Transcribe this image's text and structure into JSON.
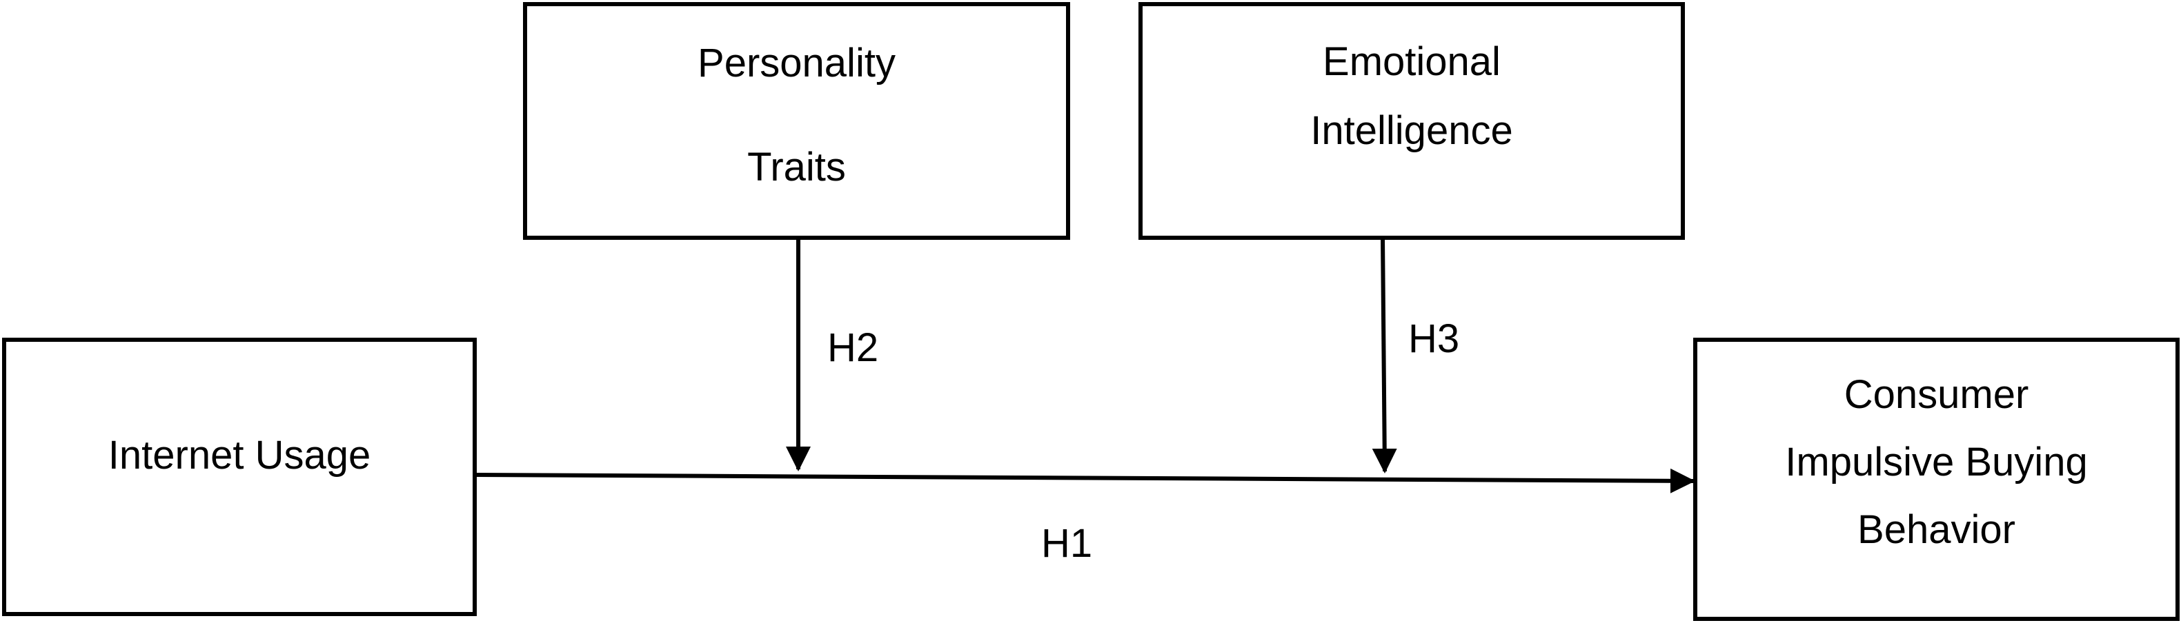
{
  "nodes": {
    "personality_traits": {
      "line1": "Personality",
      "line2": "Traits"
    },
    "emotional_intelligence": {
      "line1": "Emotional",
      "line2": "Intelligence"
    },
    "internet_usage": {
      "label": "Internet Usage"
    },
    "consumer_impulsive_buying": {
      "line1": "Consumer",
      "line2": "Impulsive Buying",
      "line3": "Behavior"
    }
  },
  "hypotheses": {
    "h1": "H1",
    "h2": "H2",
    "h3": "H3"
  },
  "edges": [
    {
      "from": "internet_usage",
      "to": "consumer_impulsive_buying",
      "label": "H1"
    },
    {
      "from": "personality_traits",
      "to": "internet_usage->consumer_impulsive_buying",
      "label": "H2"
    },
    {
      "from": "emotional_intelligence",
      "to": "internet_usage->consumer_impulsive_buying",
      "label": "H3"
    }
  ],
  "colors": {
    "stroke": "#000000",
    "background": "#ffffff"
  }
}
